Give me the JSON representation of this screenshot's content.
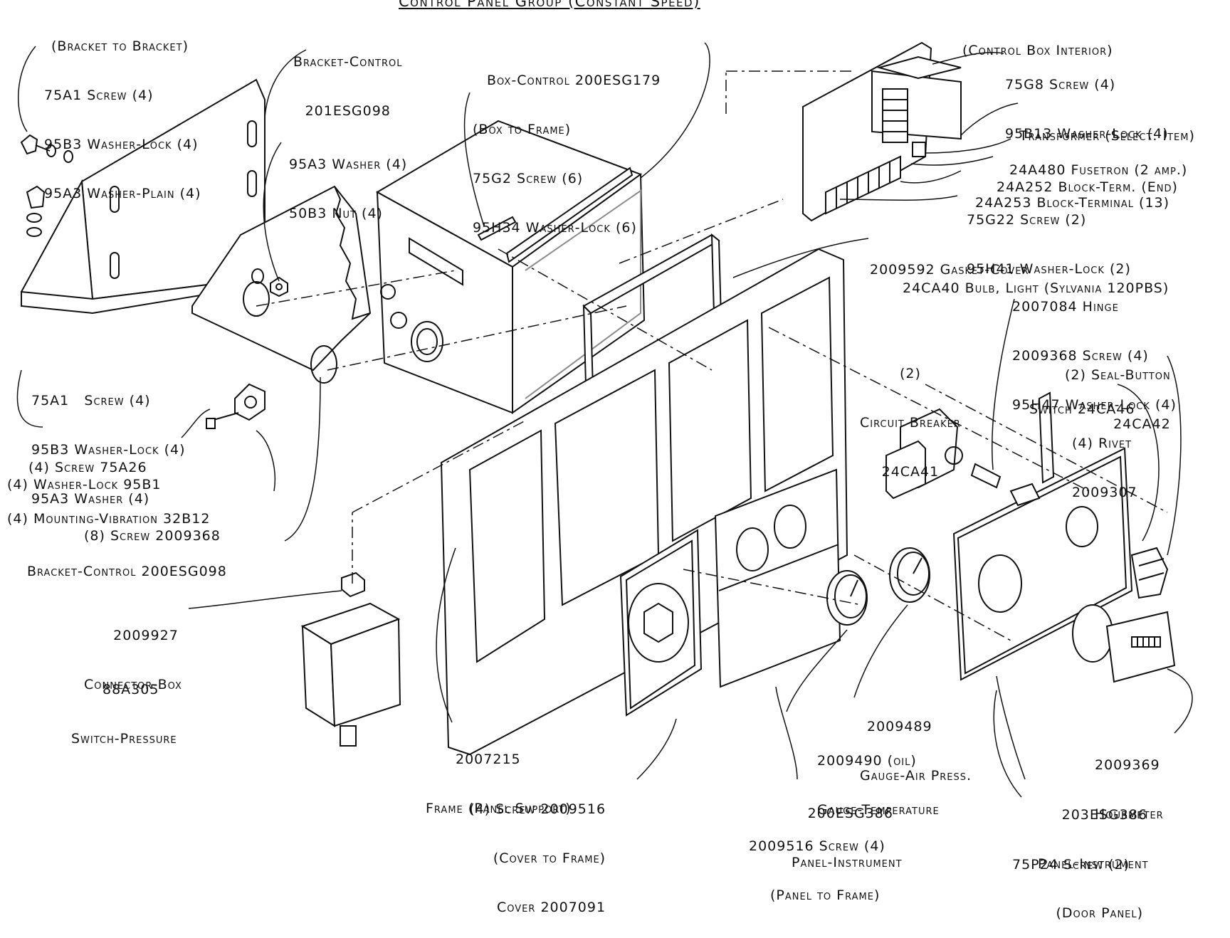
{
  "title": "Control Panel Group (Constant Speed)",
  "colors": {
    "ink": "#111111",
    "paper": "#ffffff",
    "shade": "#8a8a8a"
  },
  "callouts": {
    "bracket_to_bracket": [
      "(Bracket to Bracket)",
      "75A1 Screw (4)",
      "95B3 Washer-Lock (4)",
      "95A3 Washer-Plain (4)"
    ],
    "bracket_control_top": [
      "Bracket-Control",
      "201ESG098"
    ],
    "box_control": [
      "Box-Control 200ESG179",
      "(Box to Frame)",
      "75G2 Screw (6)",
      "95H34 Washer-Lock (6)"
    ],
    "washer_nut": [
      "95A3 Washer (4)",
      "50B3 Nut (4)"
    ],
    "control_box_interior": [
      "(Control Box Interior)"
    ],
    "interior_screw": [
      "75G8 Screw (4)",
      "95B13 Washer-Lock (4)"
    ],
    "transformer": [
      "Transformer (Select. Item)"
    ],
    "fusetron": [
      "24A480 Fusetron (2 amp.)"
    ],
    "block_term_end": [
      "24A252 Block-Term. (End)"
    ],
    "block_terminal": [
      "24A253 Block-Terminal (13)"
    ],
    "interior_screw2": [
      "75G22 Screw (2)",
      "95H41 Washer-Lock (2)"
    ],
    "gasket_cover": [
      "2009592 Gasket-Cover"
    ],
    "bulb_light": [
      "24CA40 Bulb, Light (Sylvania 120PBS)"
    ],
    "hinge_group": [
      "2007084 Hinge",
      "2009368 Screw (4)",
      "95H47 Washer-Lock (4)"
    ],
    "screw_lower_left": [
      "75A1   Screw (4)",
      "95B3 Washer-Lock (4)",
      "95A3 Washer (4)"
    ],
    "screw_75a26": [
      "(4) Screw 75A26"
    ],
    "washer_95b1": [
      "(4) Washer-Lock 95B1"
    ],
    "mounting_vibration": [
      "(4) Mounting-Vibration 32B12"
    ],
    "screw_2009368": [
      "(8) Screw 2009368"
    ],
    "bracket_control_bottom": [
      "Bracket-Control 200ESG098"
    ],
    "circuit_breaker": [
      "(2)",
      "Circuit Breaker",
      "24CA41"
    ],
    "seal_button": [
      "(2) Seal-Button",
      "24CA42"
    ],
    "switch": [
      "Switch 24CA46"
    ],
    "rivet": [
      "(4) Rivet",
      "2009307"
    ],
    "connector_box": [
      "2009927",
      "Connector-Box"
    ],
    "switch_pressure": [
      "88A305",
      "Switch-Pressure"
    ],
    "frame_panel": [
      "2007215",
      "Frame (Panel Support)"
    ],
    "gauge_air": [
      "2009489",
      "Gauge-Air Press."
    ],
    "gauge_temp": [
      "2009490 (oil)",
      "Gauge-Temperature"
    ],
    "hourmeter": [
      "2009369",
      "Hourmeter"
    ],
    "cover_screw": [
      "(4) Screw 2009516",
      "(Cover to Frame)",
      "Cover 2007091"
    ],
    "panel_instrument_1": [
      "200ESG386",
      "Panel-Instrument"
    ],
    "panel_screw": [
      "2009516 Screw (4)",
      "(Panel to Frame)"
    ],
    "panel_instrument_door": [
      "203ESG386",
      "Panel-Instrument",
      "(Door Panel)"
    ],
    "screw_75p24": [
      "75P24 Screw (2)"
    ]
  }
}
